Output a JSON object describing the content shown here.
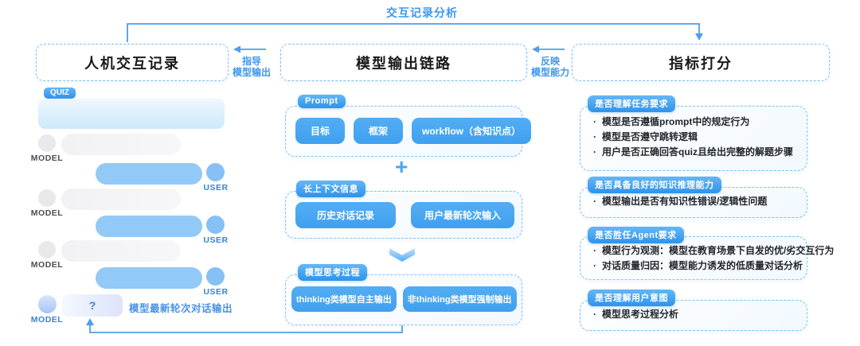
{
  "top": {
    "flow_label": "交互记录分析"
  },
  "connectors": {
    "left_mid": {
      "line1": "指导",
      "line2": "模型输出"
    },
    "mid_right": {
      "line1": "反映",
      "line2": "模型能力"
    }
  },
  "panels": {
    "left": {
      "title": "人机交互记录",
      "quiz_tag": "QUIZ",
      "model_label": "MODEL",
      "user_label": "USER",
      "question_mark": "?",
      "latest_output_note": "模型最新轮次对话输出"
    },
    "middle": {
      "title": "模型输出链路",
      "plus": "+",
      "sections": [
        {
          "tag": "Prompt",
          "items": [
            "目标",
            "框架",
            "workflow（含知识点）"
          ]
        },
        {
          "tag": "长上下文信息",
          "items": [
            "历史对话记录",
            "用户最新轮次输入"
          ]
        },
        {
          "tag": "模型思考过程",
          "items": [
            "thinking类模型自主输出",
            "非thinking类模型强制输出"
          ]
        }
      ]
    },
    "right": {
      "title": "指标打分",
      "sections": [
        {
          "tag": "是否理解任务要求",
          "bullets": [
            "模型是否遵循prompt中的规定行为",
            "模型是否遵守跳转逻辑",
            "用户是否正确回答quiz且给出完整的解题步骤"
          ]
        },
        {
          "tag": "是否具备良好的知识推理能力",
          "bullets": [
            "模型输出是否有知识性错误/逻辑性问题"
          ]
        },
        {
          "tag": "是否胜任Agent要求",
          "bullets": [
            "模型行为观测：模型在教育场景下自发的优/劣交互行为",
            "对话质量归因：模型能力诱发的低质量对话分析"
          ]
        },
        {
          "tag": "是否理解用户意图",
          "bullets": [
            "模型思考过程分析"
          ]
        }
      ]
    }
  },
  "colors": {
    "accent_blue": "#3f9ef0",
    "arrow_blue": "#4d9fea",
    "dashed_border": "#7fc1f4",
    "user_bubble": "#92c9f7",
    "model_bubble": "#f2f2f4",
    "quiz_bubble": "#cde8fb",
    "text_dark": "#17191d"
  }
}
